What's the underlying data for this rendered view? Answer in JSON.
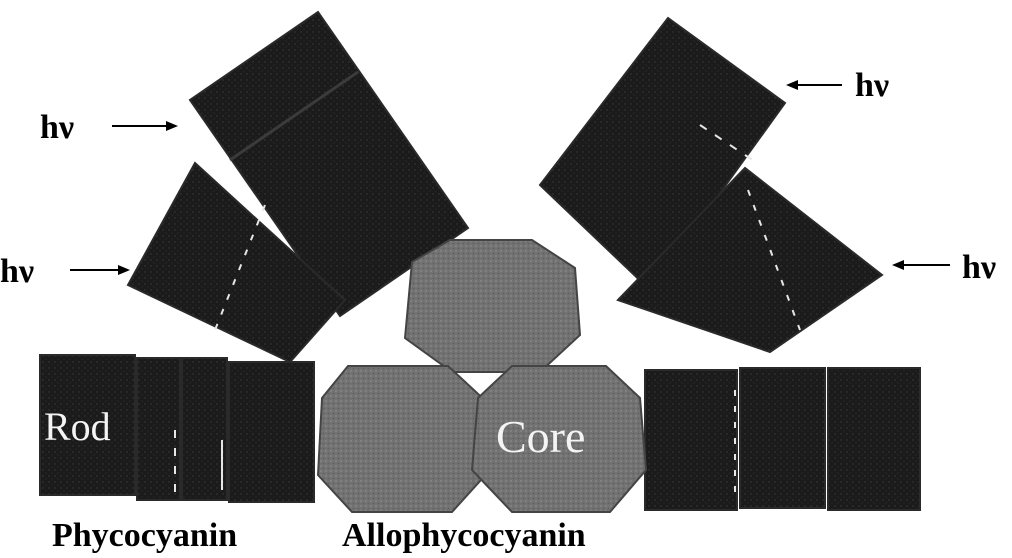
{
  "labels": {
    "photon": "hν",
    "rod": "Rod",
    "core": "Core",
    "phycocyanin": "Phycocyanin",
    "allophycocyanin": "Allophycocyanin"
  },
  "colors": {
    "rod_fill": "#1b1b1b",
    "rod_edge": "#3a3a3a",
    "core_fill": "#6f6f6f",
    "core_dark": "#555555",
    "label_text": "#000000",
    "inner_text": "#f4f4f4"
  }
}
